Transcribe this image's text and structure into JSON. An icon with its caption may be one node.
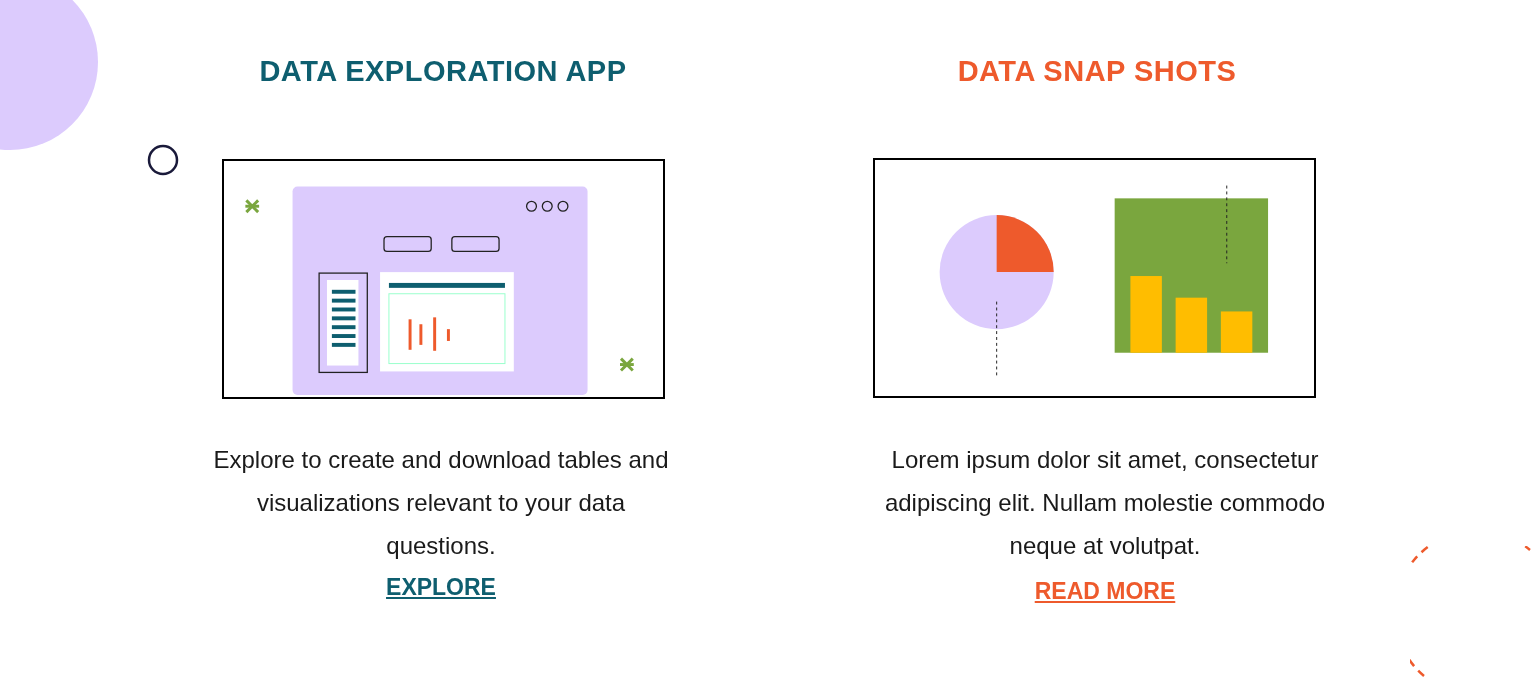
{
  "diagram": {
    "labels": [
      "DATA EXPLORATION APP",
      "DATA SNAP SHOTS",
      "Explore to create and download tables and visualizations relevant to your data questions.",
      "Lorem ipsum dolor sit amet, consectetur adipiscing elit. Nullam molestie commodo neque at volutpat.",
      "EXPLORE",
      "READ MORE"
    ]
  }
}
